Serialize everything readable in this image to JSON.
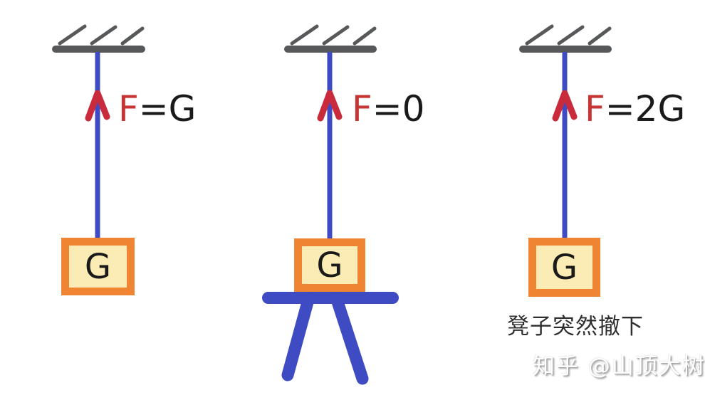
{
  "figure": {
    "background": "#ffffff",
    "colors": {
      "ceiling_gray": "#57585a",
      "rope_blue": "#3e4bc2",
      "arrow_red": "#c92b3c",
      "force_symbol_red": "#c63434",
      "force_value_black": "#1a1a1a",
      "box_border_orange": "#ef8532",
      "box_fill_cream": "#faecb4",
      "caption_color": "#2e2e2e"
    },
    "diagrams": [
      {
        "name": "weight-hanging-free",
        "force_symbol": "F",
        "force_value": "=G",
        "weight_label": "G"
      },
      {
        "name": "weight-resting-on-stool",
        "force_symbol": "F",
        "force_value": "=0",
        "weight_label": "G"
      },
      {
        "name": "stool-suddenly-removed",
        "force_symbol": "F",
        "force_value": "=2G",
        "weight_label": "G",
        "caption": "凳子突然撤下"
      }
    ],
    "watermark": "知乎 @山顶大树"
  }
}
